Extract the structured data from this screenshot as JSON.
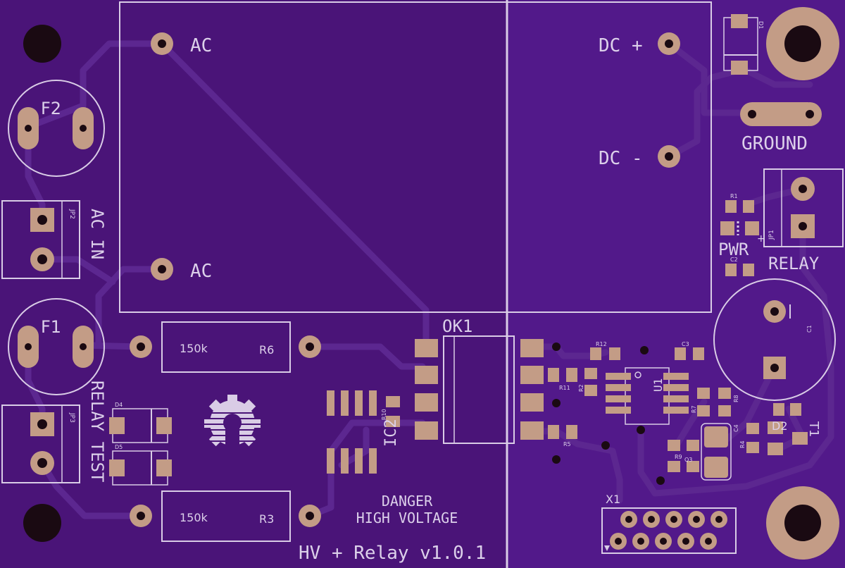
{
  "board": {
    "background": "#4a1478",
    "copper_color": "#c39c86",
    "silk_color": "#dcd0ea"
  },
  "labels": {
    "ac_top": "AC",
    "ac_bottom": "AC",
    "dc_plus": "DC +",
    "dc_minus": "DC -",
    "ground": "GROUND",
    "relay": "RELAY",
    "pwr": "PWR",
    "ac_in": "AC IN",
    "relay_test": "RELAY TEST",
    "danger_line1": "DANGER",
    "danger_line2": "HIGH VOLTAGE",
    "version": "HV + Relay v1.0.1",
    "plus_sign": "+",
    "t1": "T1"
  },
  "components": {
    "f1": "F1",
    "f2": "F2",
    "jp1": "JP1",
    "jp2": "JP2",
    "jp3": "JP3",
    "ok1": "OK1",
    "r6_value": "150k",
    "r6_name": "R6",
    "r3_value": "150k",
    "r3_name": "R3",
    "ic2": "IC2",
    "r10": "R10",
    "d1": "D1",
    "d2": "D2",
    "d4": "D4",
    "d5": "D5",
    "r1": "R1",
    "r2": "R2",
    "r4": "R4",
    "r5": "R5",
    "r7": "R7",
    "r8": "R8",
    "r9": "R9",
    "r11": "R11",
    "r12": "R12",
    "c1": "C1",
    "c2": "C2",
    "c3": "C3",
    "c4": "C4",
    "u1": "U1",
    "q3": "Q3",
    "x1": "X1"
  }
}
